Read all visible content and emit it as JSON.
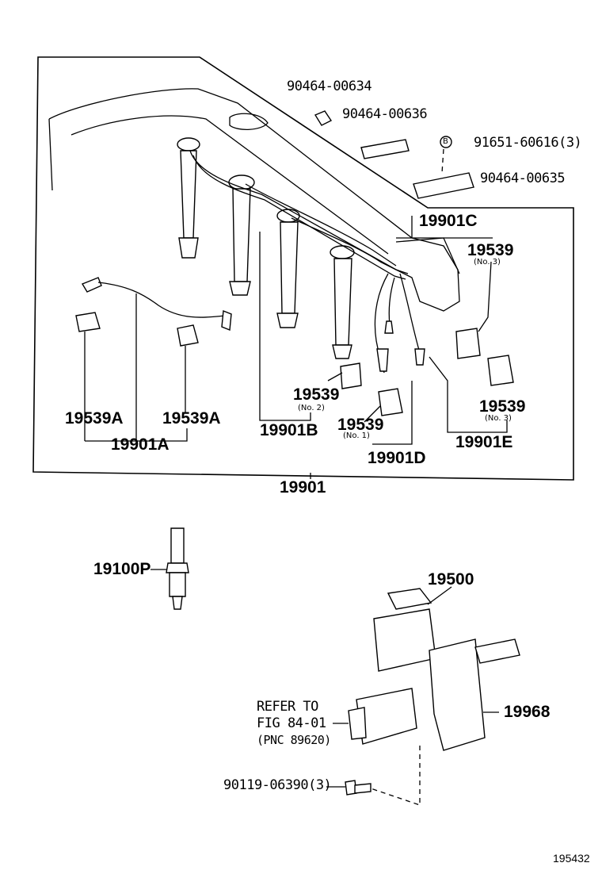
{
  "callouts": {
    "p_90464_00634": "90464-00634",
    "p_90464_00636": "90464-00636",
    "p_91651_60616": "91651-60616(3)",
    "p_bolt_symbol": "B",
    "p_90464_00635": "90464-00635",
    "p_19901C": "19901C",
    "p_19539_no3_top": "19539",
    "p_no3_top": "(No. 3)",
    "p_19539A_left": "19539A",
    "p_19539A_right": "19539A",
    "p_19901A": "19901A",
    "p_19539_no2": "19539",
    "p_no2": "(No. 2)",
    "p_19901B": "19901B",
    "p_19539_no1": "19539",
    "p_no1": "(No. 1)",
    "p_19901D": "19901D",
    "p_19539_no3_bottom": "19539",
    "p_no3_bottom": "(No. 3)",
    "p_19901E": "19901E",
    "p_19901": "19901",
    "p_19100P": "19100P",
    "p_19500": "19500",
    "p_19968": "19968",
    "refer_line1": "REFER TO",
    "refer_line2": "FIG 84-01",
    "refer_line3": "(PNC 89620)",
    "p_90119_06390": "90119-06390(3)",
    "figure_number": "195432"
  }
}
